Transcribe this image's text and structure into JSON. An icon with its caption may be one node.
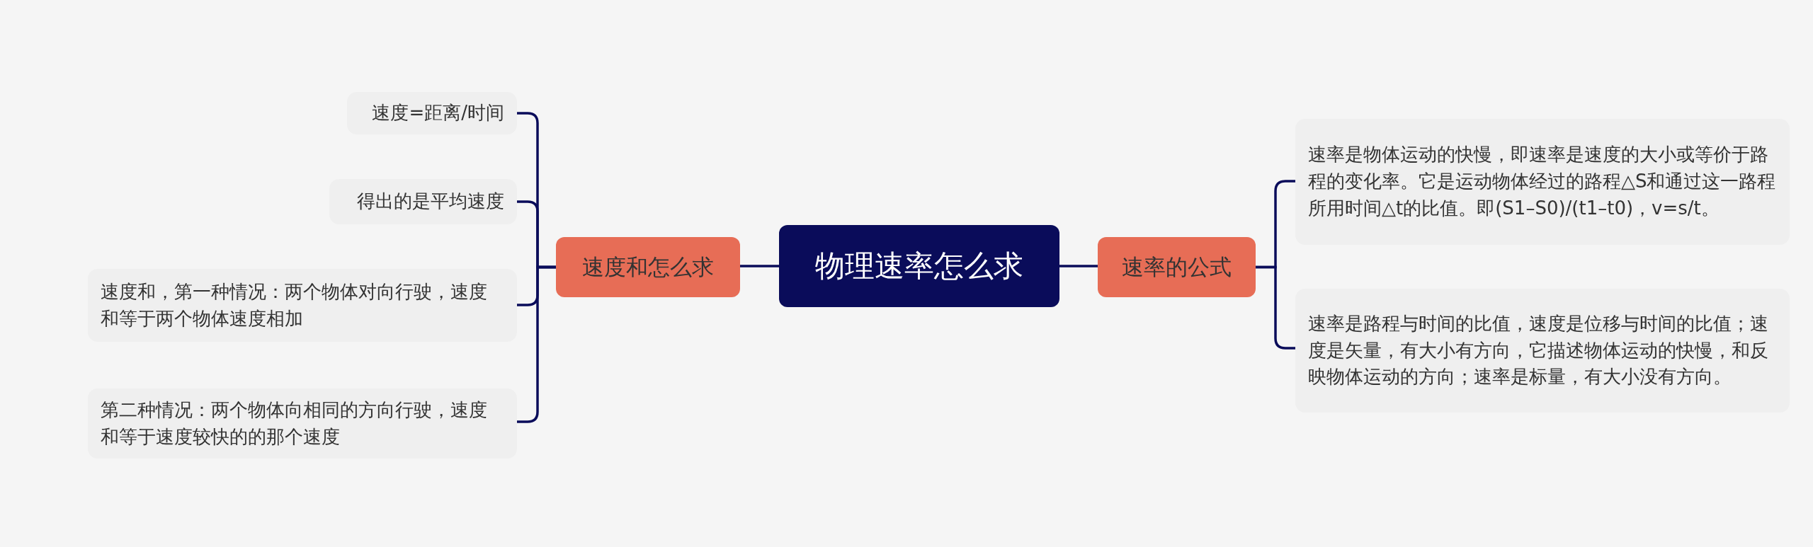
{
  "diagram": {
    "nodes": [
      {
        "text": [
          "物理速率怎么求"
        ]
      },
      {
        "text": [
          "速度和怎么求"
        ]
      },
      {
        "text": [
          "速度=距离/时间"
        ]
      },
      {
        "text": [
          "得出的是平均速度"
        ]
      },
      {
        "text": [
          "速度和，第一种情况：两个物体对向行驶，速度和等于两个物体速度相加"
        ]
      },
      {
        "text": [
          "第二种情况：两个物体向相同的方向行驶，速度和等于速度较快的的那个速度"
        ]
      },
      {
        "text": [
          "速率的公式"
        ]
      },
      {
        "text": [
          "速率是物体运动的快慢，即速率是速度的大小或等价于路程的变化率。它是运动物体经过的路程△S和通过这一路程所用时间△t的比值。即(S1–S0)/(t1–t0)，v=s/t。"
        ]
      },
      {
        "text": [
          "速率是路程与时间的比值，速度是位移与时间的比值；速度是矢量，有大小有方向，它描述物体运动的快慢，和反映物体运动的方向；速率是标量，有大小没有方向。"
        ]
      }
    ],
    "edges": [
      {
        "from": 0,
        "to": 1,
        "arrow": "none"
      },
      {
        "from": 1,
        "to": 2,
        "arrow": "none"
      },
      {
        "from": 1,
        "to": 3,
        "arrow": "none"
      },
      {
        "from": 1,
        "to": 4,
        "arrow": "none"
      },
      {
        "from": 1,
        "to": 5,
        "arrow": "none"
      },
      {
        "from": 0,
        "to": 6,
        "arrow": "none"
      },
      {
        "from": 6,
        "to": 7,
        "arrow": "none"
      },
      {
        "from": 6,
        "to": 8,
        "arrow": "none"
      }
    ]
  }
}
